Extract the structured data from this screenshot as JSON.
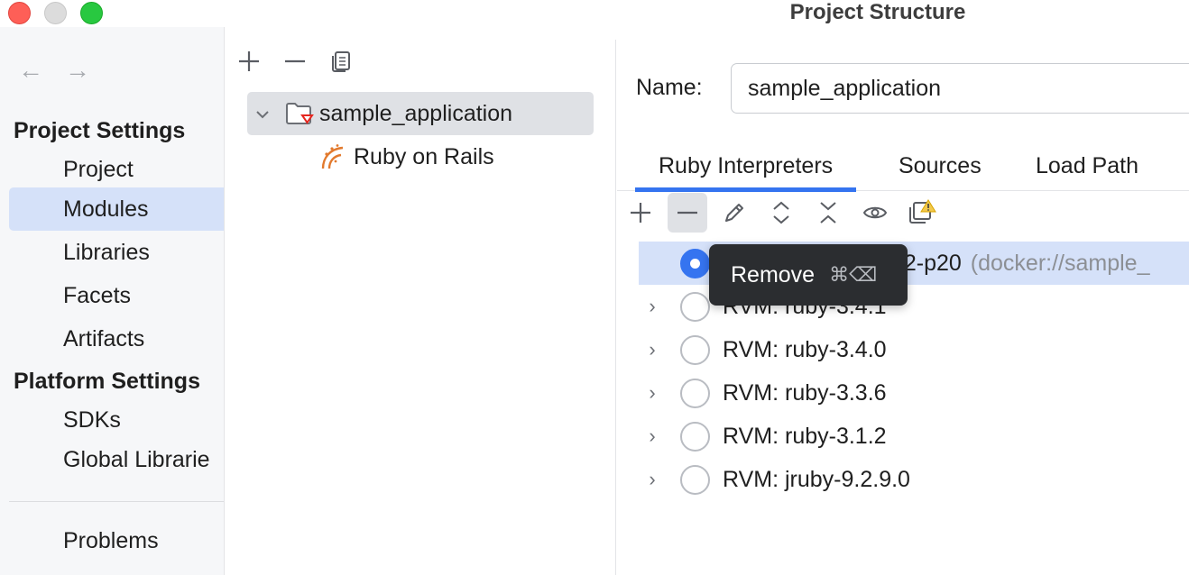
{
  "window": {
    "title": "Project Structure"
  },
  "sidebar": {
    "sections": [
      {
        "title": "Project Settings",
        "items": [
          "Project",
          "Modules",
          "Libraries",
          "Facets",
          "Artifacts"
        ]
      },
      {
        "title": "Platform Settings",
        "items": [
          "SDKs",
          "Global Librarie"
        ]
      }
    ],
    "selected": "Modules",
    "bottom_item": "Problems"
  },
  "middle": {
    "toolbar": [
      "add-icon",
      "remove-icon",
      "copy-icon"
    ],
    "tree": [
      {
        "label": "sample_application",
        "icon": "ruby-folder-icon",
        "selected": true
      },
      {
        "label": "Ruby on Rails",
        "icon": "rails-icon",
        "selected": false
      }
    ]
  },
  "right": {
    "name_label": "Name:",
    "name_value": "sample_application",
    "tabs": [
      "Ruby Interpreters",
      "Sources",
      "Load Path"
    ],
    "active_tab": "Ruby Interpreters",
    "toolbar": [
      "add-icon",
      "remove-icon",
      "edit-icon",
      "expand-all-icon",
      "collapse-all-icon",
      "show-icon",
      "warning-copy-icon"
    ],
    "interpreters": [
      {
        "label": "1.2-p20",
        "suffix": "(docker://sample_",
        "selected": true,
        "checked": true,
        "has_chevron": false
      },
      {
        "label": "RVM: ruby-3.4.1",
        "selected": false,
        "checked": false,
        "has_chevron": true
      },
      {
        "label": "RVM: ruby-3.4.0",
        "selected": false,
        "checked": false,
        "has_chevron": true
      },
      {
        "label": "RVM: ruby-3.3.6",
        "selected": false,
        "checked": false,
        "has_chevron": true
      },
      {
        "label": "RVM: ruby-3.1.2",
        "selected": false,
        "checked": false,
        "has_chevron": true
      },
      {
        "label": "RVM: jruby-9.2.9.0",
        "selected": false,
        "checked": false,
        "has_chevron": true
      }
    ]
  },
  "tooltip": {
    "label": "Remove",
    "shortcut": "⌘⌫"
  },
  "colors": {
    "accent": "#3574f0",
    "selection": "#d5e1f9",
    "tooltip_bg": "#2b2d30"
  }
}
